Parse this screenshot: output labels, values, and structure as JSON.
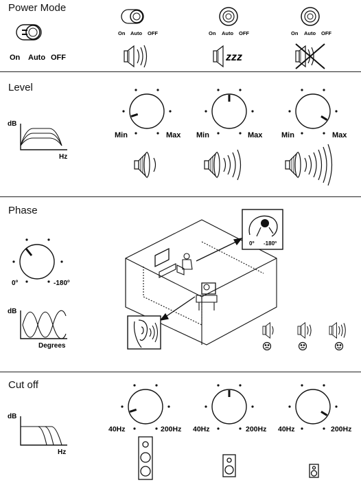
{
  "sections": {
    "power": "Power Mode",
    "level": "Level",
    "phase": "Phase",
    "cutoff": "Cut off"
  },
  "switch": {
    "on": "On",
    "auto": "Auto",
    "off": "OFF"
  },
  "sleep_text": "zzz",
  "level": {
    "min": "Min",
    "max": "Max",
    "knob_levels": [
      0.1,
      0.5,
      0.95
    ]
  },
  "db": "dB",
  "hz": "Hz",
  "phase": {
    "zero": "0",
    "deg180": "-180",
    "degree_sign": "o",
    "degrees_label": "Degrees"
  },
  "cutoff": {
    "low": "40Hz",
    "high": "200Hz",
    "knob_levels": [
      0.1,
      0.5,
      0.95
    ]
  },
  "icons": {
    "speaker": "speaker-icon",
    "mute": "speaker-muted-icon",
    "sad": "sad-face-icon",
    "neutral": "neutral-face-icon",
    "happy": "happy-face-icon",
    "room": "listening-room-illustration"
  },
  "colors": {
    "ink": "#111111",
    "background": "#ffffff"
  }
}
